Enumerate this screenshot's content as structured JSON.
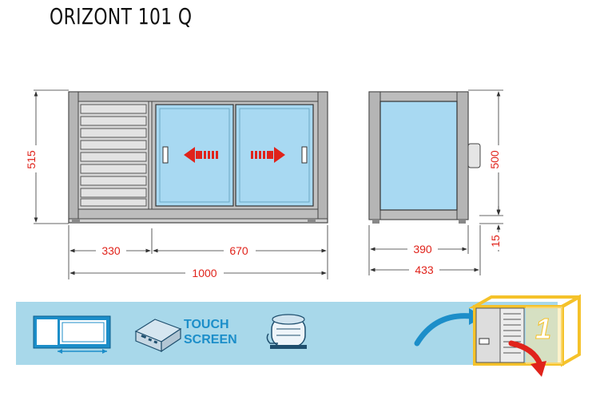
{
  "title": "ORIZONT 101 Q",
  "dimensions": {
    "height_front": "515",
    "width_left": "330",
    "width_right": "670",
    "width_total": "1000",
    "depth_inner": "390",
    "depth_total": "433",
    "height_side": "500",
    "feet": "15"
  },
  "features": {
    "touch_line1": "TOUCH",
    "touch_line2": "SCREEN",
    "kit_number": "1"
  },
  "colors": {
    "dimension_text": "#e0231b",
    "glass": "#a8d9f2",
    "band": "#a8d8ea",
    "frame": "#c9c9c9",
    "arrow_red": "#e0231b",
    "arrow_blue": "#1c8ec9",
    "kit_yellow": "#f5c22a"
  },
  "icons": [
    "sliding-doors-icon",
    "control-unit-icon",
    "compressor-icon",
    "curved-arrow-icon",
    "remote-unit-kit-icon"
  ]
}
